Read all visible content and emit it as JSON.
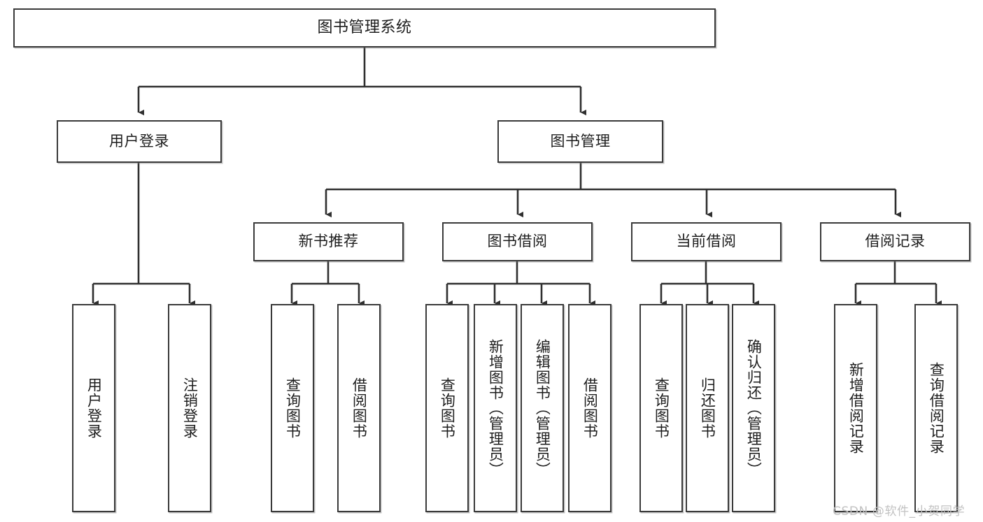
{
  "diagram": {
    "title": "图书管理系统",
    "root": {
      "label": "图书管理系统"
    },
    "level2": [
      {
        "label": "用户登录"
      },
      {
        "label": "图书管理"
      }
    ],
    "level3": [
      {
        "label": "新书推荐"
      },
      {
        "label": "图书借阅"
      },
      {
        "label": "当前借阅"
      },
      {
        "label": "借阅记录"
      }
    ],
    "leaves": {
      "user_login": [
        {
          "label": "用户登录"
        },
        {
          "label": "注销登录"
        }
      ],
      "new_book_recommend": [
        {
          "label": "查询图书"
        },
        {
          "label": "借阅图书"
        }
      ],
      "book_borrow": [
        {
          "label": "查询图书"
        },
        {
          "label": "新增图书（管理员）"
        },
        {
          "label": "编辑图书（管理员）"
        },
        {
          "label": "借阅图书"
        }
      ],
      "current_borrow": [
        {
          "label": "查询图书"
        },
        {
          "label": "归还图书"
        },
        {
          "label": "确认归还（管理员）"
        }
      ],
      "borrow_record": [
        {
          "label": "新增借阅记录"
        },
        {
          "label": "查询借阅记录"
        }
      ]
    }
  },
  "watermark": {
    "text": "CSDN @软件_小贺同学"
  },
  "colors": {
    "stroke": "#3a3a3a",
    "text": "#1d1d1d",
    "background": "#ffffff",
    "watermark": "#c2c2c2"
  }
}
